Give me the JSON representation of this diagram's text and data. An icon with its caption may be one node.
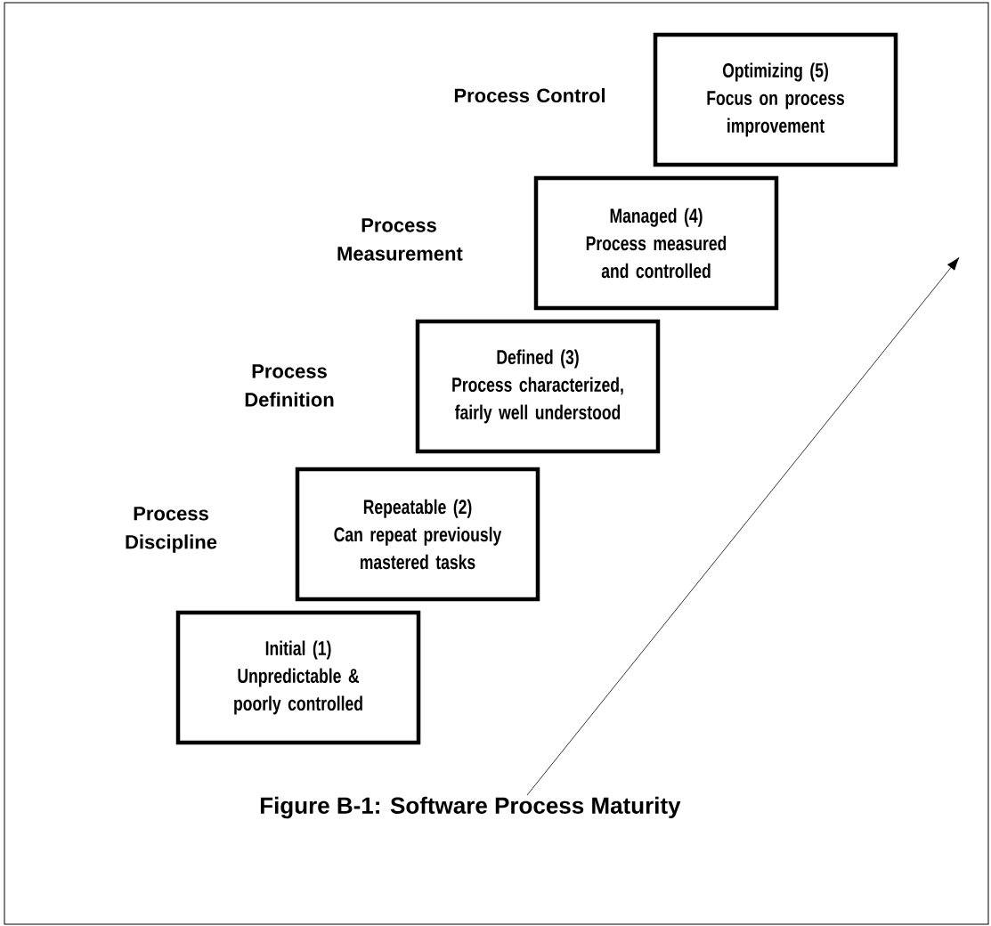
{
  "diagram": {
    "caption": "Figure B-1:  Software Process Maturity",
    "nodes": [
      {
        "text": [
          "Initial (1)",
          "Unpredictable & poorly controlled"
        ]
      },
      {
        "text": [
          "Repeatable (2)",
          "Can repeat previously mastered tasks"
        ]
      },
      {
        "text": [
          "Defined (3)",
          "Process characterized, fairly well understood"
        ]
      },
      {
        "text": [
          "Managed (4)",
          "Process measured and controlled"
        ]
      },
      {
        "text": [
          "Optimizing (5)",
          "Focus on process improvement"
        ]
      }
    ],
    "labels": [
      "Process Control",
      "Process Measurement",
      "Process Definition",
      "Process Discipline"
    ]
  }
}
